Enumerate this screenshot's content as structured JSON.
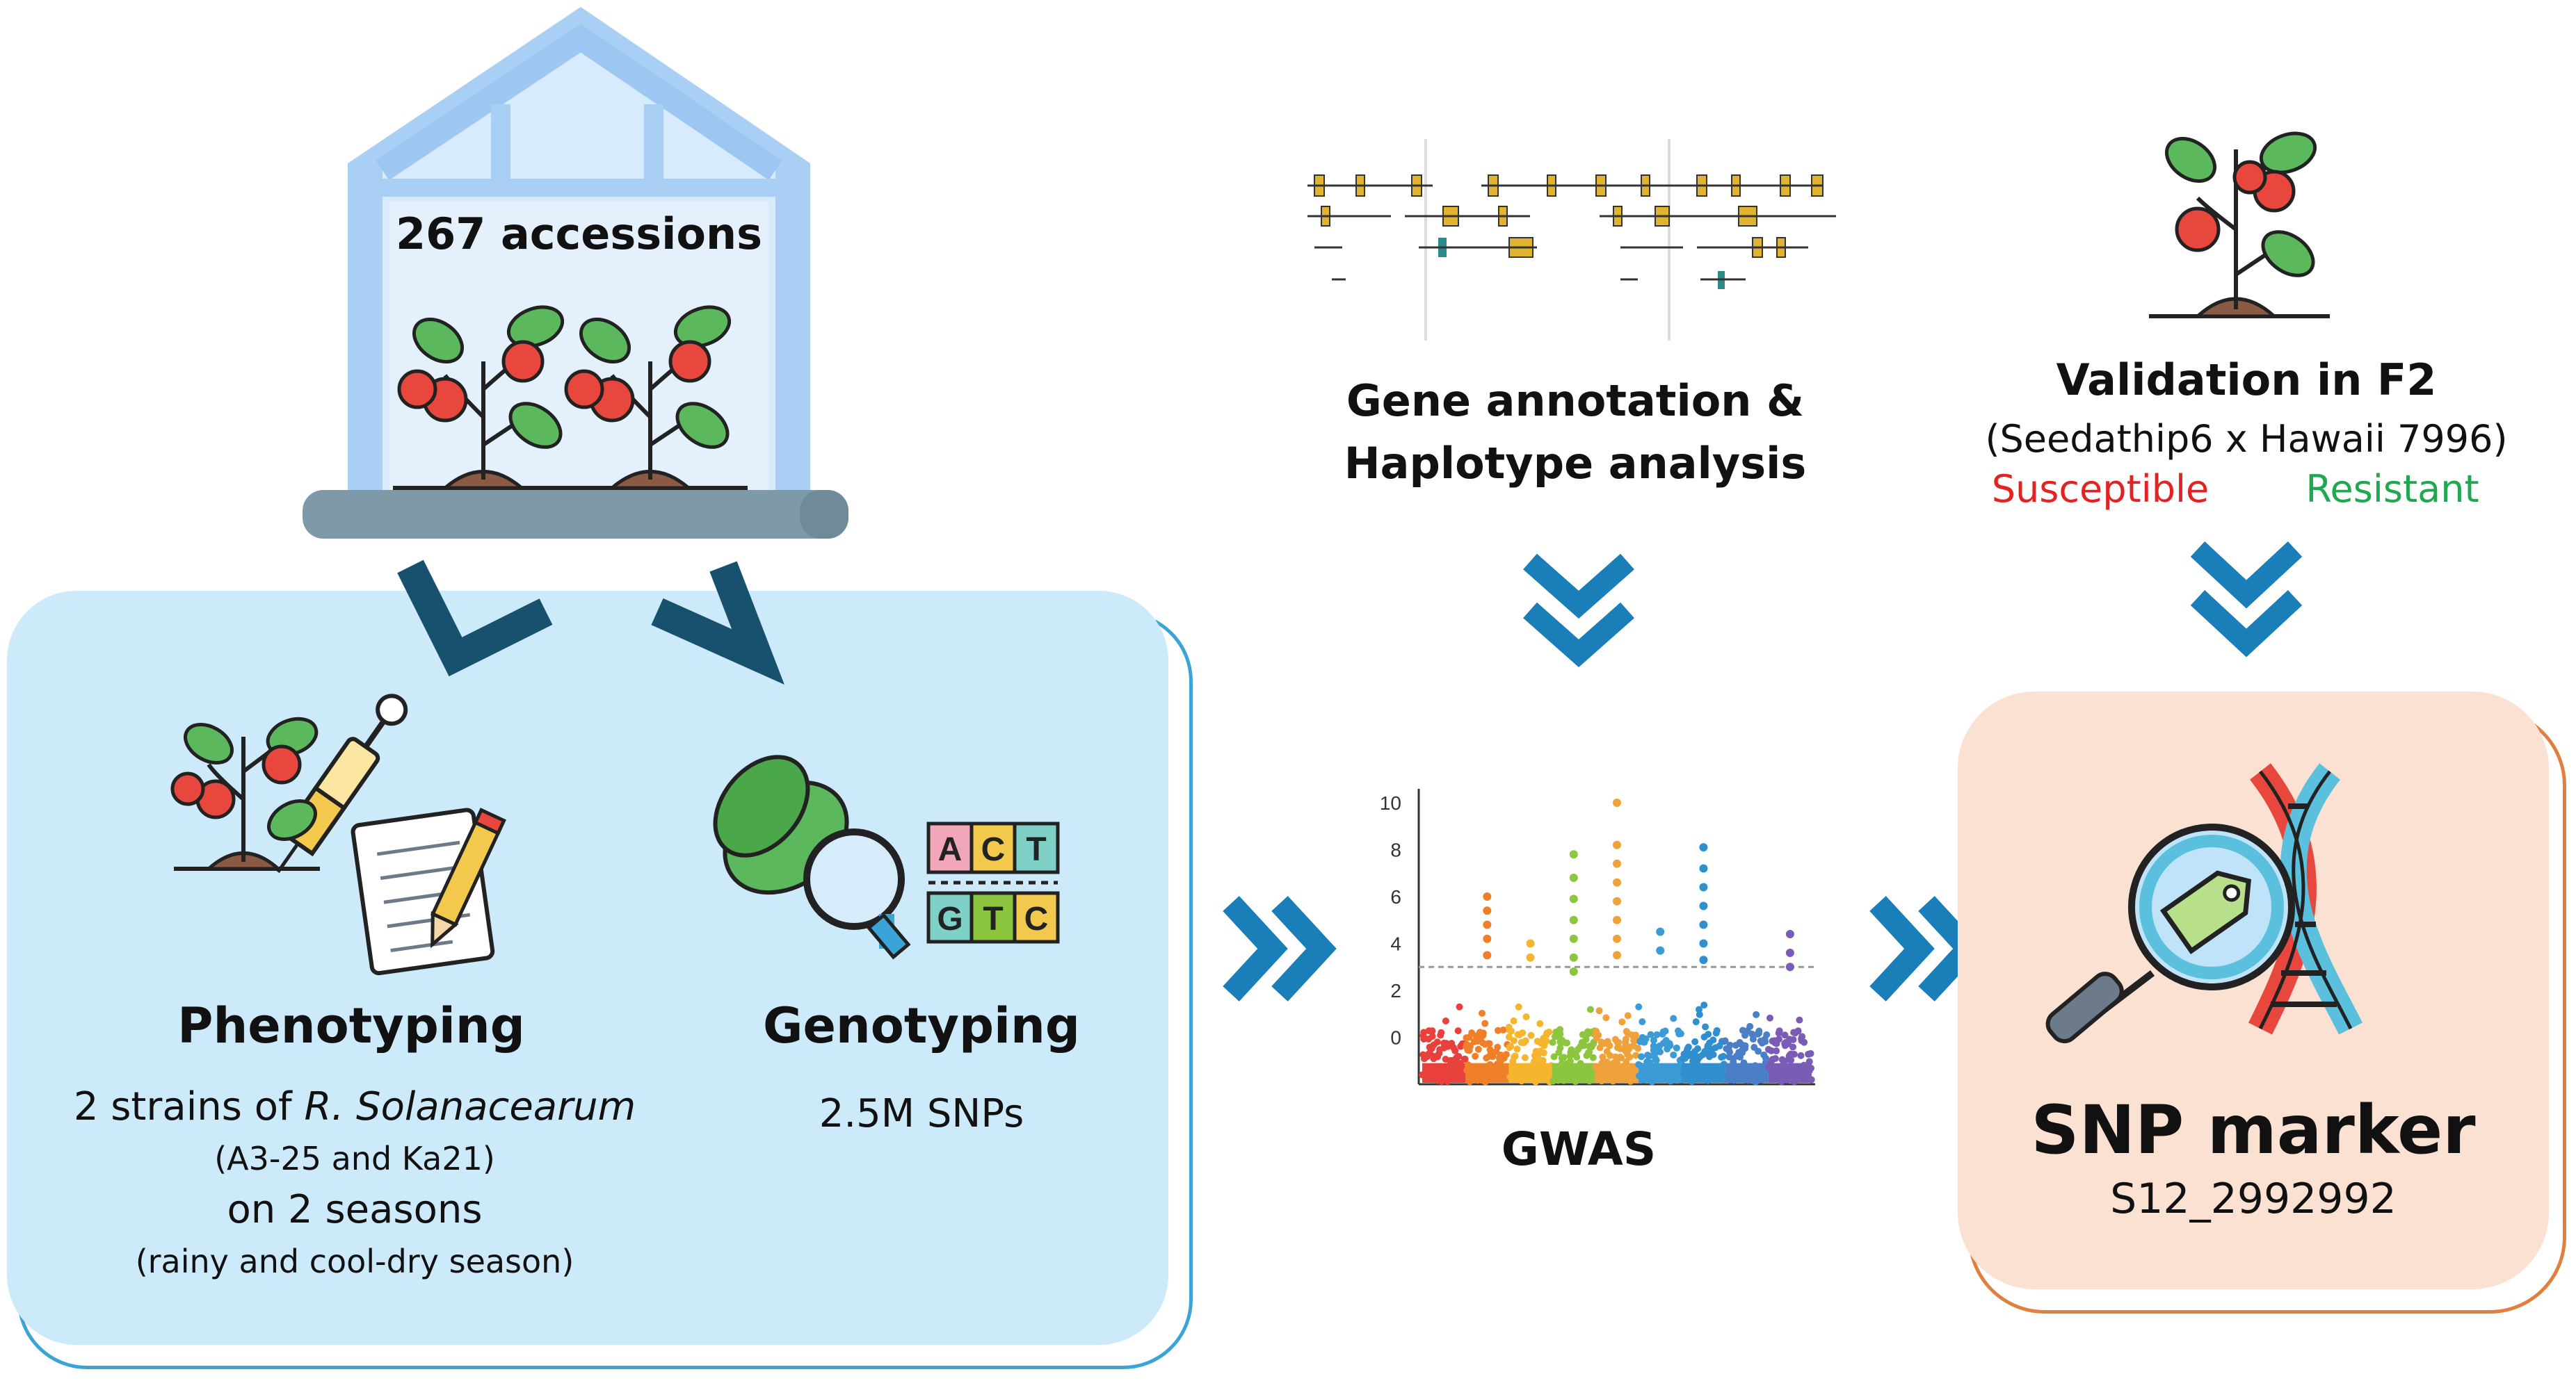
{
  "greenhouse": {
    "label": "267 accessions"
  },
  "phenotyping": {
    "title": "Phenotyping",
    "line1_prefix": "2 strains of ",
    "line1_italic": "R. Solanacearum",
    "line2": "(A3-25 and Ka21)",
    "line3": "on 2 seasons",
    "line4": "(rainy and cool-dry season)"
  },
  "genotyping": {
    "title": "Genotyping",
    "subtitle": "2.5M SNPs",
    "dna_letters_top": [
      "A",
      "C",
      "T"
    ],
    "dna_letters_bottom": [
      "G",
      "T",
      "C"
    ]
  },
  "gene_annotation": {
    "line1": "Gene annotation &",
    "line2": "Haplotype analysis"
  },
  "validation": {
    "title": "Validation in F2",
    "cross": "(Seedathip6 x Hawaii 7996)",
    "susceptible": "Susceptible",
    "resistant": "Resistant"
  },
  "gwas": {
    "label": "GWAS"
  },
  "snp_marker": {
    "title": "SNP marker",
    "id": "S12_2992992"
  },
  "chart_data": {
    "type": "scatter",
    "title": "",
    "xlabel": "",
    "ylabel": "",
    "y_ticks": [
      "10",
      "8",
      "6",
      "4",
      "2",
      "0"
    ],
    "ylim": [
      -2,
      10
    ],
    "threshold": 3,
    "colors": [
      "#e8413c",
      "#f07f2a",
      "#f5b52e",
      "#8cc63f",
      "#f0a23a",
      "#3b9bd6",
      "#2f8fcf",
      "#4a7fc8",
      "#7a5bb5"
    ],
    "peaks": [
      {
        "chrom": 1,
        "values": [
          6.0,
          5.4,
          4.8,
          4.2,
          3.5
        ]
      },
      {
        "chrom": 2,
        "values": [
          4.0,
          3.4
        ]
      },
      {
        "chrom": 3,
        "values": [
          7.8,
          6.8,
          5.9,
          5.0,
          4.2,
          3.4,
          2.8
        ]
      },
      {
        "chrom": 4,
        "values": [
          10.0,
          8.2,
          7.4,
          6.6,
          5.8,
          5.0,
          4.2,
          3.5
        ]
      },
      {
        "chrom": 5,
        "values": [
          4.5,
          3.7
        ]
      },
      {
        "chrom": 6,
        "values": [
          8.1,
          7.2,
          6.4,
          5.6,
          4.8,
          4.0,
          3.3
        ]
      },
      {
        "chrom": 8,
        "values": [
          4.4,
          3.6,
          3.0
        ]
      }
    ]
  },
  "colors": {
    "panel_blue": "#cdeafb",
    "panel_blue_border": "#3aa3d8",
    "panel_peach": "#fbe1d2",
    "panel_peach_border": "#e07f3e",
    "chevron_blue": "#1a7fb8",
    "chevron_dark": "#17516e",
    "susceptible": "#e32222",
    "resistant": "#1fa84f"
  }
}
